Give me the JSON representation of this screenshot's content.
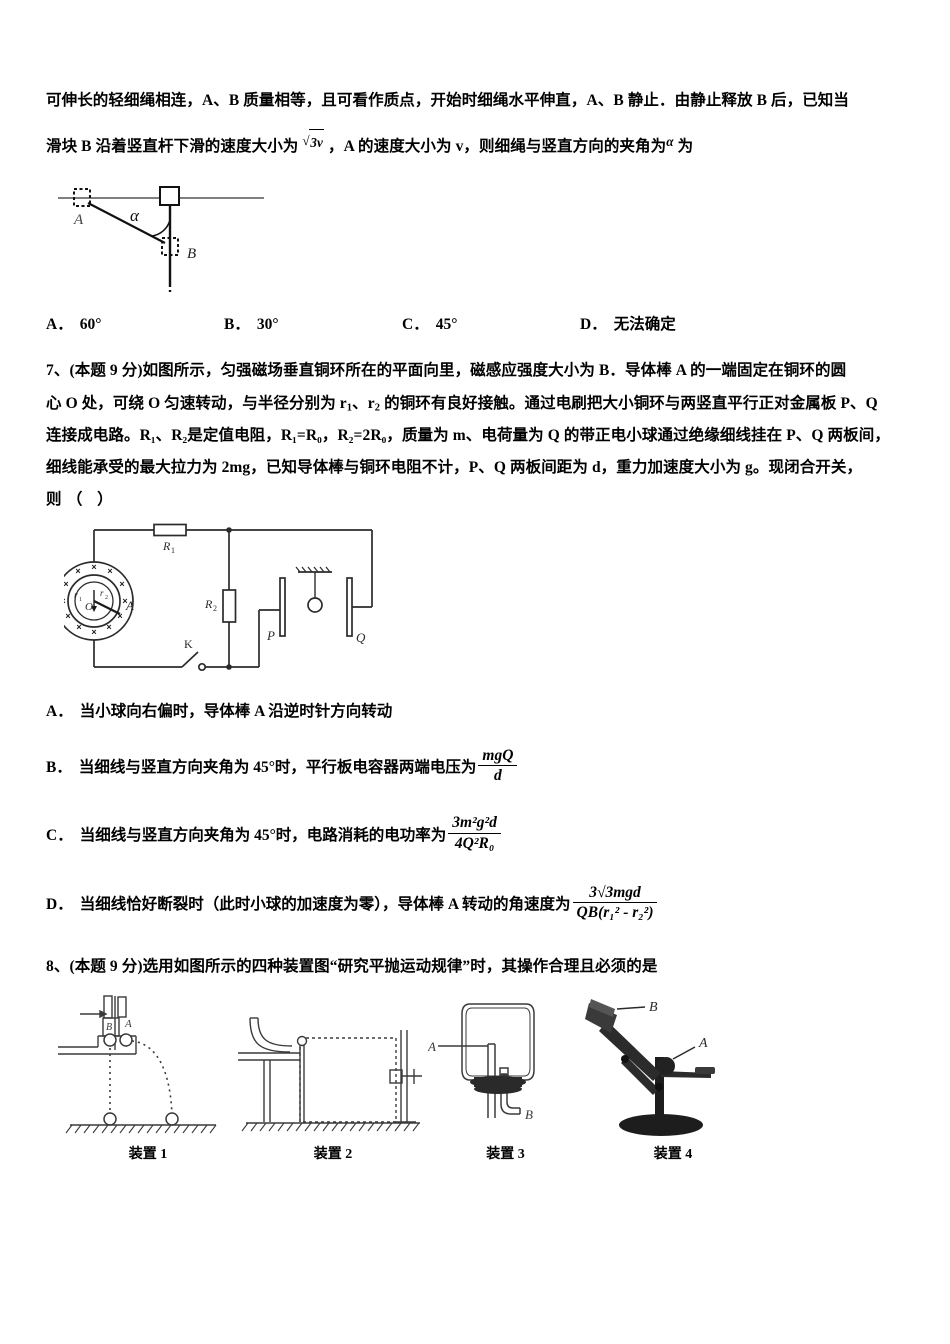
{
  "document": {
    "type": "physics-exam-page",
    "language": "zh-CN"
  },
  "q6_continued": {
    "line1": "可伸长的轻细绳相连，A、B 质量相等，且可看作质点，开始时细绳水平伸直，A、B 静止．由静止释放 B 后，已知当",
    "line2_pre": "滑块 B 沿着竖直杆下滑的速度大小为",
    "line2_radicand": "3v",
    "line2_mid": "，A 的速度大小为 v，则细绳与竖直方向的夹角为",
    "line2_alpha": "α",
    "line2_post": "为",
    "figure": {
      "label_a": "A",
      "label_b": "B",
      "label_angle": "α"
    },
    "options": [
      {
        "tag": "A．",
        "text": "60°"
      },
      {
        "tag": "B．",
        "text": "30°"
      },
      {
        "tag": "C．",
        "text": "45°"
      },
      {
        "tag": "D．",
        "text": "无法确定"
      }
    ]
  },
  "q7": {
    "number": "7、",
    "score_tag": "(本题 9 分)",
    "stem_p1": "如图所示，匀强磁场垂直铜环所在的平面向里，磁感应强度大小为 B．导体棒 A 的一端固定在铜环的圆",
    "stem_p2_a": "心 O 处，可绕 O 匀速转动，与半径分别为 r",
    "stem_p2_sub1": "1",
    "stem_p2_b": "、r",
    "stem_p2_sub2": "2",
    "stem_p2_c": " 的铜环有良好接触。通过电刷把大小铜环与两竖直平行正对金属板 P、Q",
    "stem_p3": "连接成电路。R₁、R₂是定值电阻，R₁=R₀，R₂=2R₀，质量为 m、电荷量为 Q 的带正电小球通过绝缘细线挂在 P、Q 两板间，",
    "stem_p4": "细线能承受的最大拉力为 2mg，已知导体棒与铜环电阻不计，P、Q 两板间距为 d，重力加速度大小为 g。现闭合开关，",
    "stem_p5": "则（     ）",
    "circuit": {
      "r1_label": "R₁",
      "r2_label": "R₂",
      "switch_label": "K",
      "plate_p": "P",
      "plate_q": "Q",
      "rod_label": "A",
      "center_label": "O",
      "radius1": "r₁",
      "radius2": "r₂",
      "field_symbol": "×"
    },
    "options": [
      {
        "tag": "A．",
        "text": "当小球向右偏时，导体棒 A 沿逆时针方向转动",
        "formula": null
      },
      {
        "tag": "B．",
        "text": "当细线与竖直方向夹角为 45°时，平行板电容器两端电压为",
        "formula": {
          "num": "mgQ",
          "den": "d"
        }
      },
      {
        "tag": "C．",
        "text": "当细线与竖直方向夹角为 45°时，电路消耗的电功率为",
        "formula": {
          "num": "3m²g²d",
          "den": "4Q²R₀"
        }
      },
      {
        "tag": "D．",
        "text": "当细线恰好断裂时（此时小球的加速度为零），导体棒 A 转动的角速度为",
        "formula": {
          "num": "3√3mgd",
          "den": "QB(r₁² - r₂²)"
        }
      }
    ]
  },
  "q8": {
    "number": "8、",
    "score_tag": "(本题 9 分)",
    "stem": "选用如图所示的四种装置图“研究平抛运动规律”时，其操作合理且必须的是",
    "apparatus": [
      {
        "caption": "装置 1",
        "labels": [
          "B",
          "A"
        ]
      },
      {
        "caption": "装置 2",
        "labels": []
      },
      {
        "caption": "装置 3",
        "labels": [
          "A",
          "B"
        ]
      },
      {
        "caption": "装置 4",
        "labels": [
          "B",
          "A"
        ]
      }
    ]
  },
  "colors": {
    "ink": "#000000",
    "figure_gray": "#4a4a4a",
    "page_bg": "#ffffff"
  }
}
